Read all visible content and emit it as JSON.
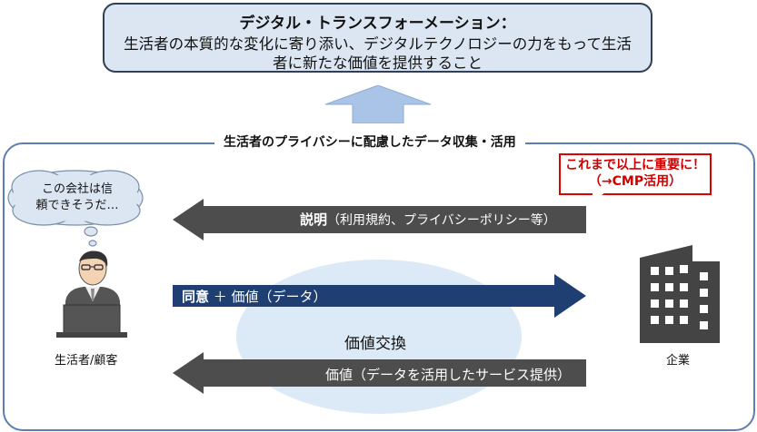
{
  "top": {
    "title": "デジタル・トランスフォーメーション：",
    "line1": "生活者の本質的な変化に寄り添い、デジタルテクノロジーの力をもって生活",
    "line2": "者に新たな価値を提供すること"
  },
  "frame_title": "生活者のプライバシーに配慮したデータ収集・活用",
  "thought": {
    "line1": "この会社は信",
    "line2": "頼できそうだ…"
  },
  "callout": {
    "line1": "これまで以上に重要に！",
    "line2": "（→CMP活用）"
  },
  "arrows": {
    "explain_bold": "説明",
    "explain_rest": "（利用規約、プライバシーポリシー等）",
    "agree_bold": "同意",
    "agree_rest": " ＋ 価値（データ）",
    "value": "価値（データを活用したサービス提供）"
  },
  "exchange": "価値交換",
  "person_label": "生活者/顧客",
  "company_label": "企業",
  "colors": {
    "frame": "#5b7fae",
    "top_fill": "#dce6f2",
    "arrow_gray": "#4d4d4d",
    "arrow_blue": "#1f3f73",
    "callout_red": "#e00000"
  }
}
